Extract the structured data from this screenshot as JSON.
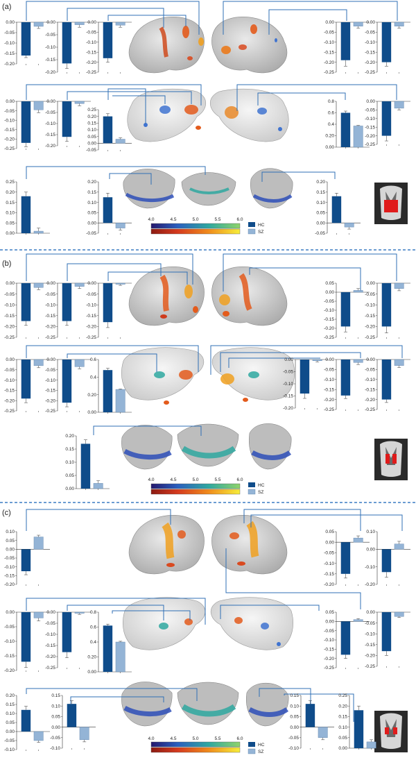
{
  "colors": {
    "hc": "#0f4c8a",
    "sz": "#94b4d6",
    "connector": "#2f6fb5",
    "divider": "#3a7cc4",
    "brain": "#cfcfcf",
    "activation_hot": "#e8561c",
    "activation_cold": "#3f73d0",
    "roi": "#e01b1b"
  },
  "legend": {
    "hc": "HC",
    "sz": "SZ"
  },
  "colorbar": {
    "ticks": [
      "4.0",
      "4.5",
      "5.0",
      "5.5",
      "6.0"
    ]
  },
  "panels": [
    {
      "label": "(a)"
    },
    {
      "label": "(b)"
    },
    {
      "label": "(c)"
    }
  ],
  "chart_data": [
    {
      "id": "a1",
      "type": "bar",
      "categories": [
        "HC",
        "SZ"
      ],
      "values": [
        -0.16,
        -0.02
      ],
      "errors": [
        0.01,
        0.01
      ],
      "ylim": [
        -0.2,
        0.0
      ],
      "yticks": [
        0.0,
        -0.05,
        -0.1,
        -0.15,
        -0.2
      ]
    },
    {
      "id": "a2",
      "type": "bar",
      "categories": [
        "HC",
        "SZ"
      ],
      "values": [
        -0.165,
        -0.01
      ],
      "errors": [
        0.02,
        0.01
      ],
      "ylim": [
        -0.2,
        0.0
      ],
      "yticks": [
        0.0,
        -0.05,
        -0.1,
        -0.15,
        -0.2
      ]
    },
    {
      "id": "a3",
      "type": "bar",
      "categories": [
        "HC",
        "SZ"
      ],
      "values": [
        -0.18,
        -0.015
      ],
      "errors": [
        0.02,
        0.01
      ],
      "ylim": [
        -0.25,
        0.0
      ],
      "yticks": [
        0.0,
        -0.05,
        -0.1,
        -0.15,
        -0.2,
        -0.25
      ]
    },
    {
      "id": "a4",
      "type": "bar",
      "categories": [
        "HC",
        "SZ"
      ],
      "values": [
        -0.19,
        -0.02
      ],
      "errors": [
        0.03,
        0.01
      ],
      "ylim": [
        -0.25,
        0.0
      ],
      "yticks": [
        0.0,
        -0.05,
        -0.1,
        -0.15,
        -0.2,
        -0.25
      ]
    },
    {
      "id": "a5",
      "type": "bar",
      "categories": [
        "HC",
        "SZ"
      ],
      "values": [
        -0.2,
        -0.02
      ],
      "errors": [
        0.02,
        0.01
      ],
      "ylim": [
        -0.25,
        0.0
      ],
      "yticks": [
        0.0,
        -0.05,
        -0.1,
        -0.15,
        -0.2,
        -0.25
      ]
    },
    {
      "id": "a6",
      "type": "bar",
      "categories": [
        "HC",
        "SZ"
      ],
      "values": [
        -0.22,
        -0.045
      ],
      "errors": [
        0.02,
        0.015
      ],
      "ylim": [
        -0.25,
        0.0
      ],
      "yticks": [
        0.0,
        -0.05,
        -0.1,
        -0.15,
        -0.2,
        -0.25
      ]
    },
    {
      "id": "a7",
      "type": "bar",
      "categories": [
        "HC",
        "SZ"
      ],
      "values": [
        -0.16,
        -0.01
      ],
      "errors": [
        0.02,
        0.01
      ],
      "ylim": [
        -0.2,
        0.0
      ],
      "yticks": [
        0.0,
        -0.05,
        -0.1,
        -0.15,
        -0.2
      ]
    },
    {
      "id": "a8",
      "type": "bar",
      "categories": [
        "HC",
        "SZ"
      ],
      "values": [
        0.2,
        0.03
      ],
      "errors": [
        0.02,
        0.01
      ],
      "ylim": [
        -0.05,
        0.25
      ],
      "yticks": [
        0.25,
        0.2,
        0.15,
        0.1,
        0.05,
        0.0,
        -0.05
      ]
    },
    {
      "id": "a9",
      "type": "bar",
      "categories": [
        "HC",
        "SZ"
      ],
      "values": [
        0.6,
        0.37
      ],
      "errors": [
        0.03,
        0.01
      ],
      "ylim": [
        0.0,
        0.8
      ],
      "yticks": [
        0.8,
        0.6,
        0.4,
        0.2,
        0.0
      ]
    },
    {
      "id": "a10",
      "type": "bar",
      "categories": [
        "HC",
        "SZ"
      ],
      "values": [
        -0.2,
        -0.04
      ],
      "errors": [
        0.03,
        0.01
      ],
      "ylim": [
        -0.25,
        0.0
      ],
      "yticks": [
        0.0,
        -0.05,
        -0.1,
        -0.15,
        -0.2,
        -0.25
      ]
    },
    {
      "id": "a11",
      "type": "bar",
      "categories": [
        "HC",
        "SZ"
      ],
      "values": [
        0.18,
        0.01
      ],
      "errors": [
        0.02,
        0.015
      ],
      "ylim": [
        0.0,
        0.25
      ],
      "yticks": [
        0.25,
        0.2,
        0.15,
        0.1,
        0.05,
        0.0
      ]
    },
    {
      "id": "a12",
      "type": "bar",
      "categories": [
        "HC",
        "SZ"
      ],
      "values": [
        0.125,
        -0.025
      ],
      "errors": [
        0.02,
        0.01
      ],
      "ylim": [
        -0.05,
        0.2
      ],
      "yticks": [
        0.2,
        0.15,
        0.1,
        0.05,
        0.0,
        -0.05
      ]
    },
    {
      "id": "a13",
      "type": "bar",
      "categories": [
        "HC",
        "SZ"
      ],
      "values": [
        0.13,
        -0.02
      ],
      "errors": [
        0.015,
        0.01
      ],
      "ylim": [
        -0.05,
        0.2
      ],
      "yticks": [
        0.2,
        0.15,
        0.1,
        0.05,
        0.0,
        -0.05
      ]
    },
    {
      "id": "b1",
      "type": "bar",
      "categories": [
        "HC",
        "SZ"
      ],
      "values": [
        -0.175,
        -0.02
      ],
      "errors": [
        0.02,
        0.01
      ],
      "ylim": [
        -0.25,
        0.0
      ],
      "yticks": [
        0.0,
        -0.05,
        -0.1,
        -0.15,
        -0.2,
        -0.25
      ]
    },
    {
      "id": "b2",
      "type": "bar",
      "categories": [
        "HC",
        "SZ"
      ],
      "values": [
        -0.175,
        -0.015
      ],
      "errors": [
        0.02,
        0.01
      ],
      "ylim": [
        -0.25,
        0.0
      ],
      "yticks": [
        0.0,
        -0.05,
        -0.1,
        -0.15,
        -0.2,
        -0.25
      ]
    },
    {
      "id": "b3",
      "type": "bar",
      "categories": [
        "HC",
        "SZ"
      ],
      "values": [
        -0.18,
        -0.005
      ],
      "errors": [
        0.025,
        0.005
      ],
      "ylim": [
        -0.25,
        0.0
      ],
      "yticks": [
        0.0,
        -0.05,
        -0.1,
        -0.15,
        -0.2,
        -0.25
      ]
    },
    {
      "id": "b4",
      "type": "bar",
      "categories": [
        "HC",
        "SZ"
      ],
      "values": [
        -0.19,
        0.01
      ],
      "errors": [
        0.03,
        0.01
      ],
      "ylim": [
        -0.25,
        0.05
      ],
      "yticks": [
        0.05,
        0.0,
        -0.05,
        -0.1,
        -0.15,
        -0.2,
        -0.25
      ]
    },
    {
      "id": "b5",
      "type": "bar",
      "categories": [
        "HC",
        "SZ"
      ],
      "values": [
        -0.2,
        -0.025
      ],
      "errors": [
        0.03,
        0.01
      ],
      "ylim": [
        -0.25,
        0.0
      ],
      "yticks": [
        0.0,
        -0.05,
        -0.1,
        -0.15,
        -0.2,
        -0.25
      ]
    },
    {
      "id": "b6",
      "type": "bar",
      "categories": [
        "HC",
        "SZ"
      ],
      "values": [
        -0.19,
        -0.03
      ],
      "errors": [
        0.02,
        0.01
      ],
      "ylim": [
        -0.25,
        0.0
      ],
      "yticks": [
        0.0,
        -0.05,
        -0.1,
        -0.15,
        -0.2,
        -0.25
      ]
    },
    {
      "id": "b7",
      "type": "bar",
      "categories": [
        "HC",
        "SZ"
      ],
      "values": [
        -0.21,
        -0.035
      ],
      "errors": [
        0.02,
        0.01
      ],
      "ylim": [
        -0.25,
        0.0
      ],
      "yticks": [
        0.0,
        -0.05,
        -0.1,
        -0.15,
        -0.2,
        -0.25
      ]
    },
    {
      "id": "b8",
      "type": "bar",
      "categories": [
        "HC",
        "SZ"
      ],
      "values": [
        0.48,
        0.26
      ],
      "errors": [
        0.02,
        0.005
      ],
      "ylim": [
        0.0,
        0.6
      ],
      "yticks": [
        0.6,
        0.4,
        0.2,
        0.0
      ]
    },
    {
      "id": "b9",
      "type": "bar",
      "categories": [
        "HC",
        "SZ"
      ],
      "values": [
        -0.14,
        -0.005
      ],
      "errors": [
        0.02,
        0.005
      ],
      "ylim": [
        -0.2,
        0.0
      ],
      "yticks": [
        0.0,
        -0.05,
        -0.1,
        -0.15,
        -0.2
      ]
    },
    {
      "id": "b10",
      "type": "bar",
      "categories": [
        "HC",
        "SZ"
      ],
      "values": [
        -0.18,
        -0.015
      ],
      "errors": [
        0.015,
        0.01
      ],
      "ylim": [
        -0.25,
        0.0
      ],
      "yticks": [
        0.0,
        -0.05,
        -0.1,
        -0.15,
        -0.2,
        -0.25
      ]
    },
    {
      "id": "b11",
      "type": "bar",
      "categories": [
        "HC",
        "SZ"
      ],
      "values": [
        -0.2,
        -0.03
      ],
      "errors": [
        0.015,
        0.01
      ],
      "ylim": [
        -0.25,
        0.0
      ],
      "yticks": [
        0.0,
        -0.05,
        -0.1,
        -0.15,
        -0.2,
        -0.25
      ]
    },
    {
      "id": "b12",
      "type": "bar",
      "categories": [
        "HC",
        "SZ"
      ],
      "values": [
        0.17,
        0.02
      ],
      "errors": [
        0.015,
        0.01
      ],
      "ylim": [
        0.0,
        0.2
      ],
      "yticks": [
        0.2,
        0.15,
        0.1,
        0.05,
        0.0
      ]
    },
    {
      "id": "c1",
      "type": "bar",
      "categories": [
        "HC",
        "SZ"
      ],
      "values": [
        -0.125,
        0.07
      ],
      "errors": [
        0.02,
        0.01
      ],
      "ylim": [
        -0.2,
        0.1
      ],
      "yticks": [
        0.1,
        0.05,
        0.0,
        -0.05,
        -0.1,
        -0.15,
        -0.2
      ]
    },
    {
      "id": "c2",
      "type": "bar",
      "categories": [
        "HC",
        "SZ"
      ],
      "values": [
        -0.15,
        0.02
      ],
      "errors": [
        0.02,
        0.01
      ],
      "ylim": [
        -0.2,
        0.05
      ],
      "yticks": [
        0.05,
        0.0,
        -0.05,
        -0.1,
        -0.15,
        -0.2
      ]
    },
    {
      "id": "c3",
      "type": "bar",
      "categories": [
        "HC",
        "SZ"
      ],
      "values": [
        -0.13,
        0.03
      ],
      "errors": [
        0.03,
        0.015
      ],
      "ylim": [
        -0.2,
        0.1
      ],
      "yticks": [
        0.1,
        0.0,
        -0.1,
        -0.2
      ]
    },
    {
      "id": "c4",
      "type": "bar",
      "categories": [
        "HC",
        "SZ"
      ],
      "values": [
        -0.17,
        -0.02
      ],
      "errors": [
        0.02,
        0.01
      ],
      "ylim": [
        -0.2,
        0.0
      ],
      "yticks": [
        0.0,
        -0.05,
        -0.1,
        -0.15,
        -0.2
      ]
    },
    {
      "id": "c5",
      "type": "bar",
      "categories": [
        "HC",
        "SZ"
      ],
      "values": [
        -0.18,
        -0.005
      ],
      "errors": [
        0.025,
        0.005
      ],
      "ylim": [
        -0.25,
        0.0
      ],
      "yticks": [
        0.0,
        -0.05,
        -0.1,
        -0.15,
        -0.2,
        -0.25
      ]
    },
    {
      "id": "c6",
      "type": "bar",
      "categories": [
        "HC",
        "SZ"
      ],
      "values": [
        0.62,
        0.4
      ],
      "errors": [
        0.02,
        0.01
      ],
      "ylim": [
        0.0,
        0.8
      ],
      "yticks": [
        0.8,
        0.6,
        0.4,
        0.2,
        0.0
      ]
    },
    {
      "id": "c7",
      "type": "bar",
      "categories": [
        "HC",
        "SZ"
      ],
      "values": [
        -0.18,
        0.01
      ],
      "errors": [
        0.02,
        0.005
      ],
      "ylim": [
        -0.25,
        0.05
      ],
      "yticks": [
        0.05,
        0.0,
        -0.05,
        -0.1,
        -0.15,
        -0.2,
        -0.25
      ]
    },
    {
      "id": "c8",
      "type": "bar",
      "categories": [
        "HC",
        "SZ"
      ],
      "values": [
        -0.18,
        -0.02
      ],
      "errors": [
        0.02,
        0.005
      ],
      "ylim": [
        -0.25,
        0.0
      ],
      "yticks": [
        0.0,
        -0.05,
        -0.1,
        -0.15,
        -0.2,
        -0.25
      ]
    },
    {
      "id": "c9",
      "type": "bar",
      "categories": [
        "HC",
        "SZ"
      ],
      "values": [
        0.12,
        -0.05
      ],
      "errors": [
        0.02,
        0.01
      ],
      "ylim": [
        -0.1,
        0.2
      ],
      "yticks": [
        0.2,
        0.15,
        0.1,
        0.05,
        0.0,
        -0.05,
        -0.1
      ]
    },
    {
      "id": "c10",
      "type": "bar",
      "categories": [
        "HC",
        "SZ"
      ],
      "values": [
        0.11,
        -0.06
      ],
      "errors": [
        0.015,
        0.01
      ],
      "ylim": [
        -0.1,
        0.15
      ],
      "yticks": [
        0.15,
        0.1,
        0.05,
        0.0,
        -0.05,
        -0.1
      ]
    },
    {
      "id": "c11",
      "type": "bar",
      "categories": [
        "HC",
        "SZ"
      ],
      "values": [
        0.11,
        -0.05
      ],
      "errors": [
        0.015,
        0.01
      ],
      "ylim": [
        -0.1,
        0.15
      ],
      "yticks": [
        0.15,
        0.1,
        0.05,
        0.0,
        -0.05,
        -0.1
      ]
    },
    {
      "id": "c12",
      "type": "bar",
      "categories": [
        "HC",
        "SZ"
      ],
      "values": [
        0.18,
        0.03
      ],
      "errors": [
        0.02,
        0.01
      ],
      "ylim": [
        0.0,
        0.25
      ],
      "yticks": [
        0.25,
        0.2,
        0.15,
        0.1,
        0.05,
        0.0
      ]
    }
  ]
}
